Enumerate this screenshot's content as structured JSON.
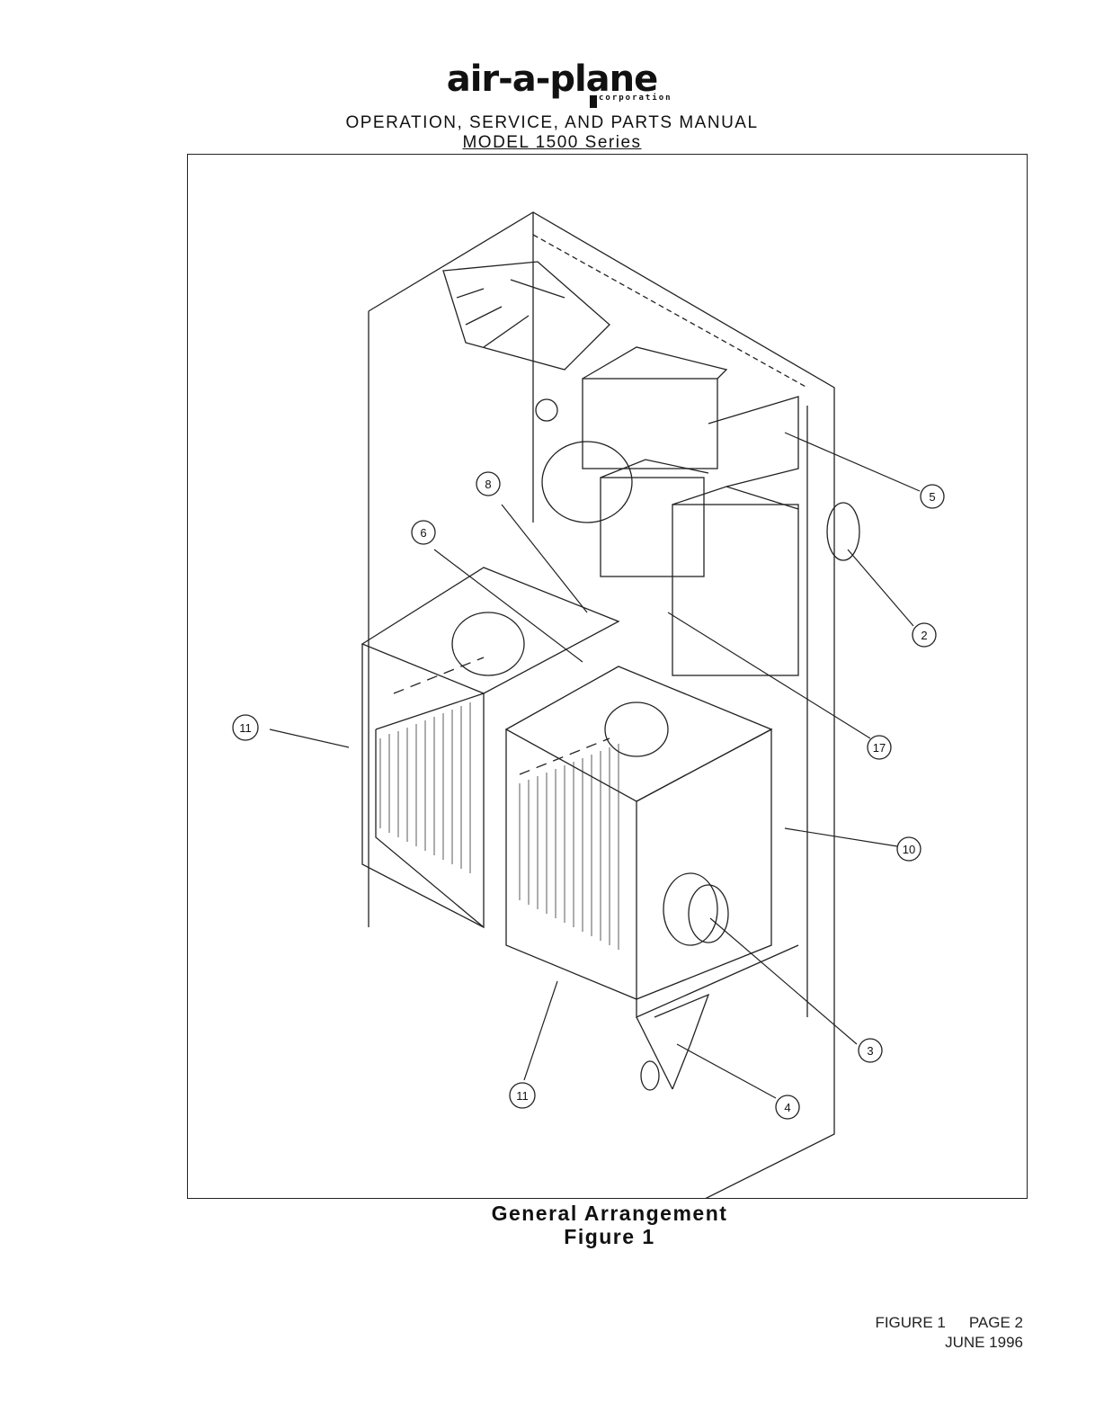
{
  "header": {
    "logo_text": "air-a-plane",
    "logo_subtext": "corporation",
    "manual_title": "OPERATION, SERVICE, AND PARTS MANUAL",
    "model_line": "MODEL 1500 Series"
  },
  "figure": {
    "callouts": [
      "5",
      "2",
      "8",
      "6",
      "11",
      "17",
      "10",
      "3",
      "11",
      "4"
    ],
    "caption_title": "General Arrangement",
    "caption_number": "Figure 1"
  },
  "footer": {
    "figure_ref": "FIGURE 1",
    "page": "PAGE 2",
    "date": "JUNE 1996"
  }
}
